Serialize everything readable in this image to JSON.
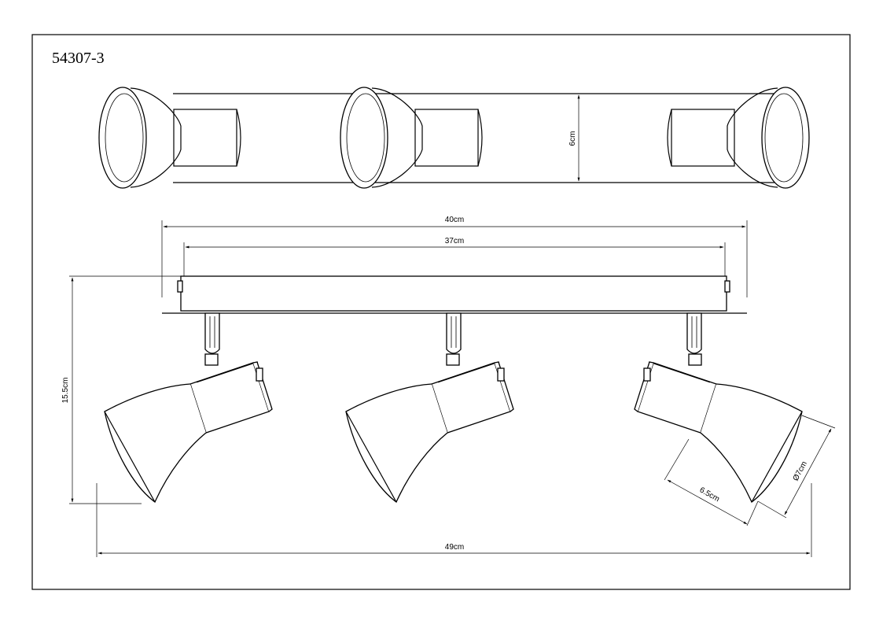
{
  "drawing": {
    "product_code": "54307-3",
    "dimensions": {
      "height_top_view": "6cm",
      "plate_length": "40cm",
      "hole_spacing": "37cm",
      "height": "15.5cm",
      "total_length": "49cm",
      "shade_length": "6.5cm",
      "shade_diameter": "Ø7cm"
    }
  }
}
